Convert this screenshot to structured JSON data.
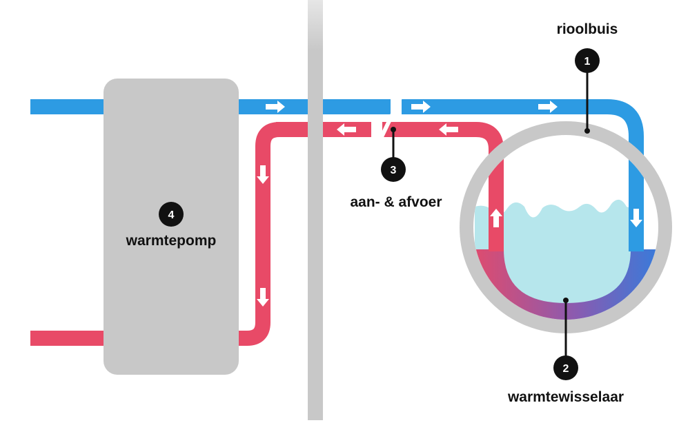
{
  "labels": {
    "pipe": "rioolbuis",
    "exchanger": "warmtewisselaar",
    "supply": "aan- & afvoer",
    "heatpump": "warmtepomp"
  },
  "badges": {
    "pipe": "1",
    "exchanger": "2",
    "supply": "3",
    "heatpump": "4"
  },
  "colors": {
    "cold_pipe": "#2d9be3",
    "warm_pipe": "#e84a67",
    "pump_box": "#c8c8c8",
    "sewer_pipe": "#c8c8c8",
    "wall": "#c8c8c8",
    "water": "#b6e6ec",
    "badge": "#111111"
  },
  "icons": [
    "flow-arrow-icon",
    "number-badge-icon"
  ]
}
